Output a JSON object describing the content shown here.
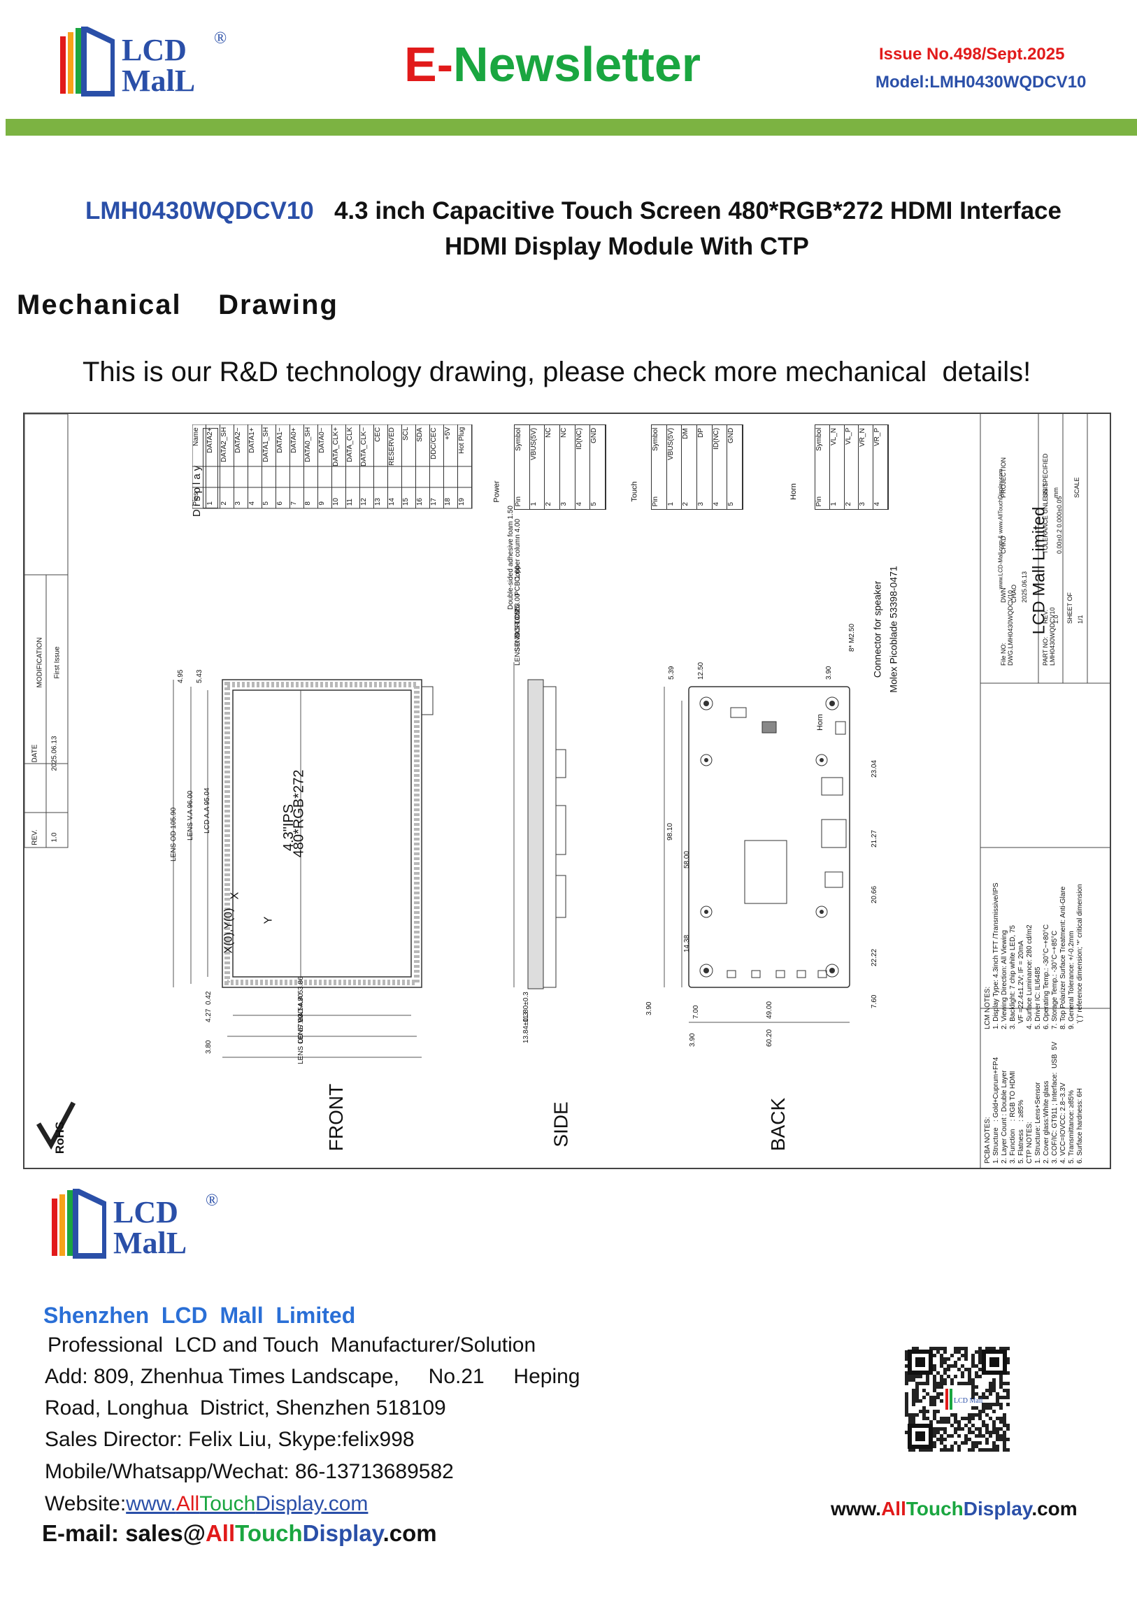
{
  "header": {
    "logo_line1": "LCD",
    "logo_line2": "MalL",
    "logo_reg": "®",
    "title_e": "E",
    "title_dash": "-",
    "title_rest": "Newsletter",
    "issue": "Issue  No.498/Sept.2025",
    "model": "Model:LMH0430WQDCV10",
    "colors": {
      "blue": "#2a4fa8",
      "red": "#e11a1a",
      "green": "#1aa640",
      "bar": "#7cb342"
    }
  },
  "product": {
    "model": "LMH0430WQDCV10",
    "desc_line1": "4.3 inch Capacitive Touch Screen 480*RGB*272 HDMI Interface",
    "desc_line2": "HDMI Display Module With CTP"
  },
  "section": {
    "heading": "Mechanical    Drawing",
    "intro": "This is our R&D technology drawing, please check more mechanical  details!"
  },
  "drawing": {
    "revision": {
      "rev_label": "REV.",
      "date_label": "DATE",
      "mod_label": "MODIFICATION",
      "rev": "1.0",
      "date": "2025.06.13",
      "mod": "First Issue"
    },
    "display_table": {
      "title": "Display",
      "headers": [
        "Pins",
        "Name"
      ],
      "rows": [
        [
          "1",
          "DATA2+"
        ],
        [
          "2",
          "DATA2_SH"
        ],
        [
          "3",
          "DATA2−"
        ],
        [
          "4",
          "DATA1+"
        ],
        [
          "5",
          "DATA1_SH"
        ],
        [
          "6",
          "DATA1−"
        ],
        [
          "7",
          "DATA0+"
        ],
        [
          "8",
          "DATA0_SH"
        ],
        [
          "9",
          "DATA0−"
        ],
        [
          "10",
          "DATA_CLK+"
        ],
        [
          "11",
          "DATA_CLK"
        ],
        [
          "12",
          "DATA_CLK−"
        ],
        [
          "13",
          "CEC"
        ],
        [
          "14",
          "RESERVED"
        ],
        [
          "15",
          "SCL"
        ],
        [
          "16",
          "SDA"
        ],
        [
          "17",
          "DDC/CEC"
        ],
        [
          "18",
          "+5V"
        ],
        [
          "19",
          "Hot Plug"
        ]
      ]
    },
    "power_table": {
      "title": "Power",
      "headers": [
        "Pin",
        "Symbol"
      ],
      "rows": [
        [
          "1",
          "VBUS(5V)"
        ],
        [
          "2",
          "NC"
        ],
        [
          "3",
          "NC"
        ],
        [
          "4",
          "ID(NC)"
        ],
        [
          "5",
          "GND"
        ]
      ]
    },
    "touch_table": {
      "title": "Touch",
      "headers": [
        "Pin",
        "Symbol"
      ],
      "rows": [
        [
          "1",
          "VBUS(5V)"
        ],
        [
          "2",
          "DM"
        ],
        [
          "3",
          "DP"
        ],
        [
          "4",
          "ID(NC)"
        ],
        [
          "5",
          "GND"
        ]
      ]
    },
    "horn_table": {
      "title": "Horn",
      "headers": [
        "Pin",
        "Symbol"
      ],
      "rows": [
        [
          "1",
          "VL_N"
        ],
        [
          "2",
          "VL_P"
        ],
        [
          "3",
          "VR_N"
        ],
        [
          "4",
          "VR_P"
        ]
      ]
    },
    "front": {
      "label": "FRONT",
      "center1": "4.3\"IPS",
      "center2": "480*RGB*272",
      "origin": "X(0),Y(0)",
      "x": "X",
      "y": "Y",
      "dims": [
        "LENS OD 105.90",
        "LENS V.A 96.00",
        "LCD A.A 95.04",
        "4.95",
        "5.43",
        "0.42",
        "4.27",
        "3.80",
        "LCD A.A 53.86",
        "LENS V.A 54.80",
        "LENS OD 67.90"
      ]
    },
    "side": {
      "label": "SIDE",
      "dims": [
        "Copper column 4.00",
        "PCB 1.60",
        "Double-sided adhesive foam 1.50",
        "LCM 3.00",
        "D.S.T 0.25",
        "SENSOR 0.55",
        "LENS 0.70",
        "11.80±0.3",
        "13.84±0.3"
      ]
    },
    "back": {
      "label": "BACK",
      "connector1": "Connector for speaker",
      "connector2": "Molex Picoblade 53398-0471",
      "horn": "Horn",
      "dims": [
        "5.39",
        "12.50",
        "3.90",
        "8* M2.50",
        "98.10",
        "58.00",
        "14.38",
        "3.90",
        "7.00",
        "49.00",
        "3.90",
        "60.20",
        "23.04",
        "21.27",
        "20.66",
        "22.22",
        "7.60"
      ]
    },
    "rohs": "RoHS",
    "lcm_notes": [
      "LCM NOTES:",
      "1. Display Type: 4.3inch TFT /Transmissive/IPS",
      "2. Viewing Direction: All Viewing",
      "3. Backlight: 7 chip white LED, 75",
      "   VF =22.4±1.2V; IF = 20mA",
      "4. Surface Luminance: 280 cd/m2",
      "5. Driver IC: ILI6485",
      "6. Operating Temp.: -30°C~+80°C",
      "7. Storage Temp.: -30°C~+85°C",
      "8. Top Polarizer Surface Treatment: Anti-Glare",
      "9. General Tolerance: +/-0.2mm",
      "   '( )' reference dimension; '*' critical dimension"
    ],
    "pcba_notes": [
      "PCBA NOTES:",
      "1. Structure   : Gold+Cuprum+FP4",
      "2. Layer Count : Double Layer",
      "3. Function    : RGB TO HDMI",
      "5. Flatness    : ≥85%",
      "CTP NOTES:",
      "1. Structure: Lens+Sensor",
      "2. Cover glass:White glass",
      "3. COF/IC: GT911 ; Interface:  USB  5V",
      "4. VCC=IOVCC: 2.8~3.3V",
      "5. Transmittance: ≥85%",
      "6. Surface hardness: 6H"
    ],
    "title_block": {
      "company": "LCD Mall Limited",
      "web": "www.LCD-Mall.com & www.AllTouchDisplay.com",
      "file_no_label": "File NO:",
      "file_no": "DWG.LMH0430WQDCV10",
      "part_no_label": "PART NO:",
      "part_no": "LMH0430WQDCV10",
      "dwn": "DWN",
      "dwn_name": "CHAO",
      "dwn_date": "2025.06.13",
      "rev_label": "REV.",
      "rev": "1.0",
      "sheet_label": "SHEET OF",
      "sheet": "1/1",
      "chkd": "CHKD",
      "tol_label": "TOLERANCE UNLESS SPECIFIED",
      "tol": "0.00±0.2  0.000±0.05",
      "projection": "PROJECTION",
      "unit_label": "UNIT",
      "unit": "mm",
      "scale_label": "SCALE"
    }
  },
  "footer": {
    "logo_line1": "LCD",
    "logo_line2": "MalL",
    "company": "Shenzhen  LCD  Mall  Limited",
    "lines": [
      "Professional  LCD and Touch  Manufacturer/Solution",
      "Add: 809, Zhenhua Times Landscape,     No.21     Heping",
      "Road, Longhua  District, Shenzhen 518109",
      "Sales Director: Felix Liu, Skype:felix998",
      "Mobile/Whatsapp/Wechat: 86-13713689582"
    ],
    "website_label": "Website:",
    "web_www": "www.",
    "web_all": "All",
    "web_touch": "Touch",
    "web_display": "Display",
    "web_com": ".com",
    "email_label": "E-mail: sales@",
    "qr_label": "LCD Mall"
  }
}
